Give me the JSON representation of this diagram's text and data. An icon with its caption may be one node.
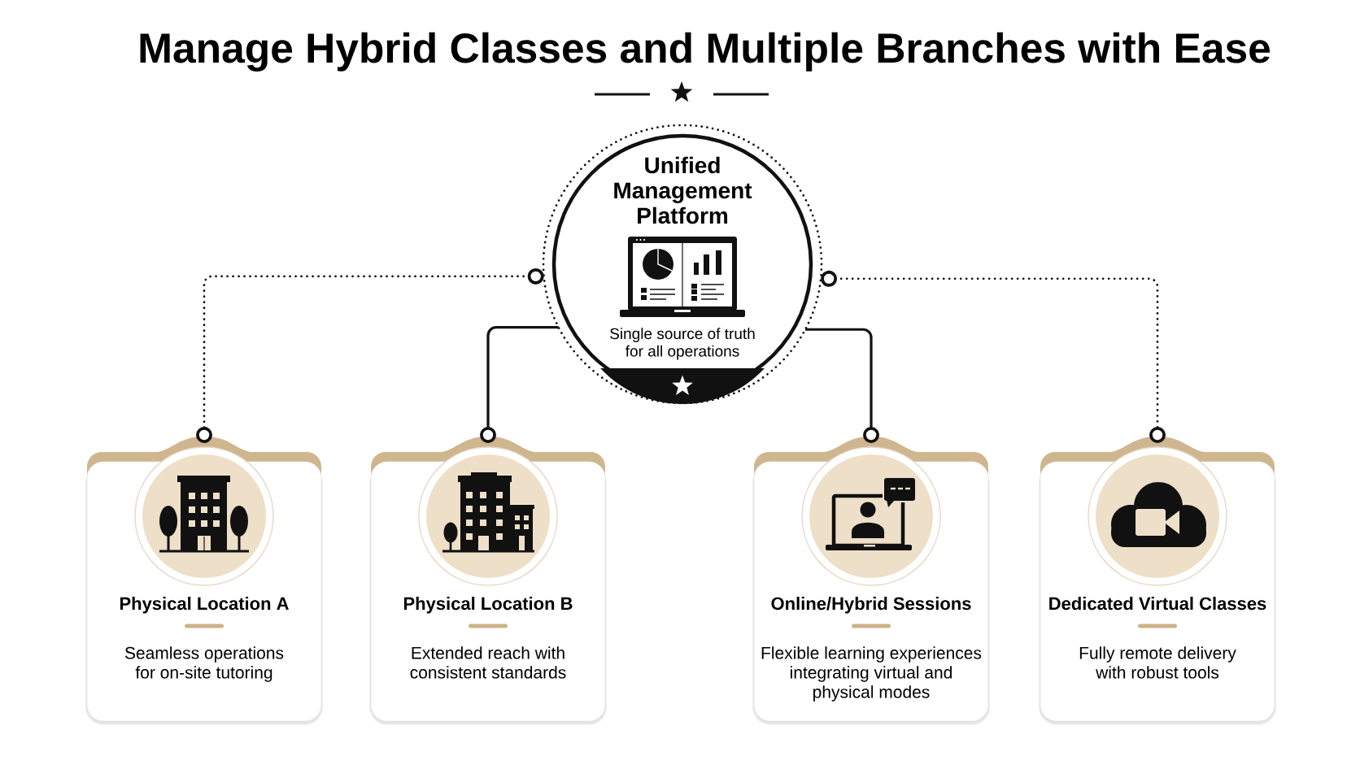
{
  "diagram": {
    "title": "Manage Hybrid Classes and Multiple Branches with Ease",
    "nodes": [
      {
        "text": [
          "Unified Management Platform",
          "Single source of truth for all operations"
        ]
      },
      {
        "text": [
          "Physical Location A",
          "Seamless operations for on-site tutoring"
        ]
      },
      {
        "text": [
          "Physical Location B",
          "Extended reach with consistent standards"
        ]
      },
      {
        "text": [
          "Online/Hybrid Sessions",
          "Flexible learning experiences integrating virtual and physical modes"
        ]
      },
      {
        "text": [
          "Dedicated Virtual Classes",
          "Fully remote delivery with robust tools"
        ]
      }
    ],
    "edges": [
      {
        "from": 0,
        "to": 1,
        "arrow": "other",
        "style": "dashed"
      },
      {
        "from": 0,
        "to": 2,
        "arrow": "other"
      },
      {
        "from": 0,
        "to": 3,
        "arrow": "other"
      },
      {
        "from": 0,
        "to": 4,
        "arrow": "other",
        "style": "dashed"
      }
    ]
  }
}
